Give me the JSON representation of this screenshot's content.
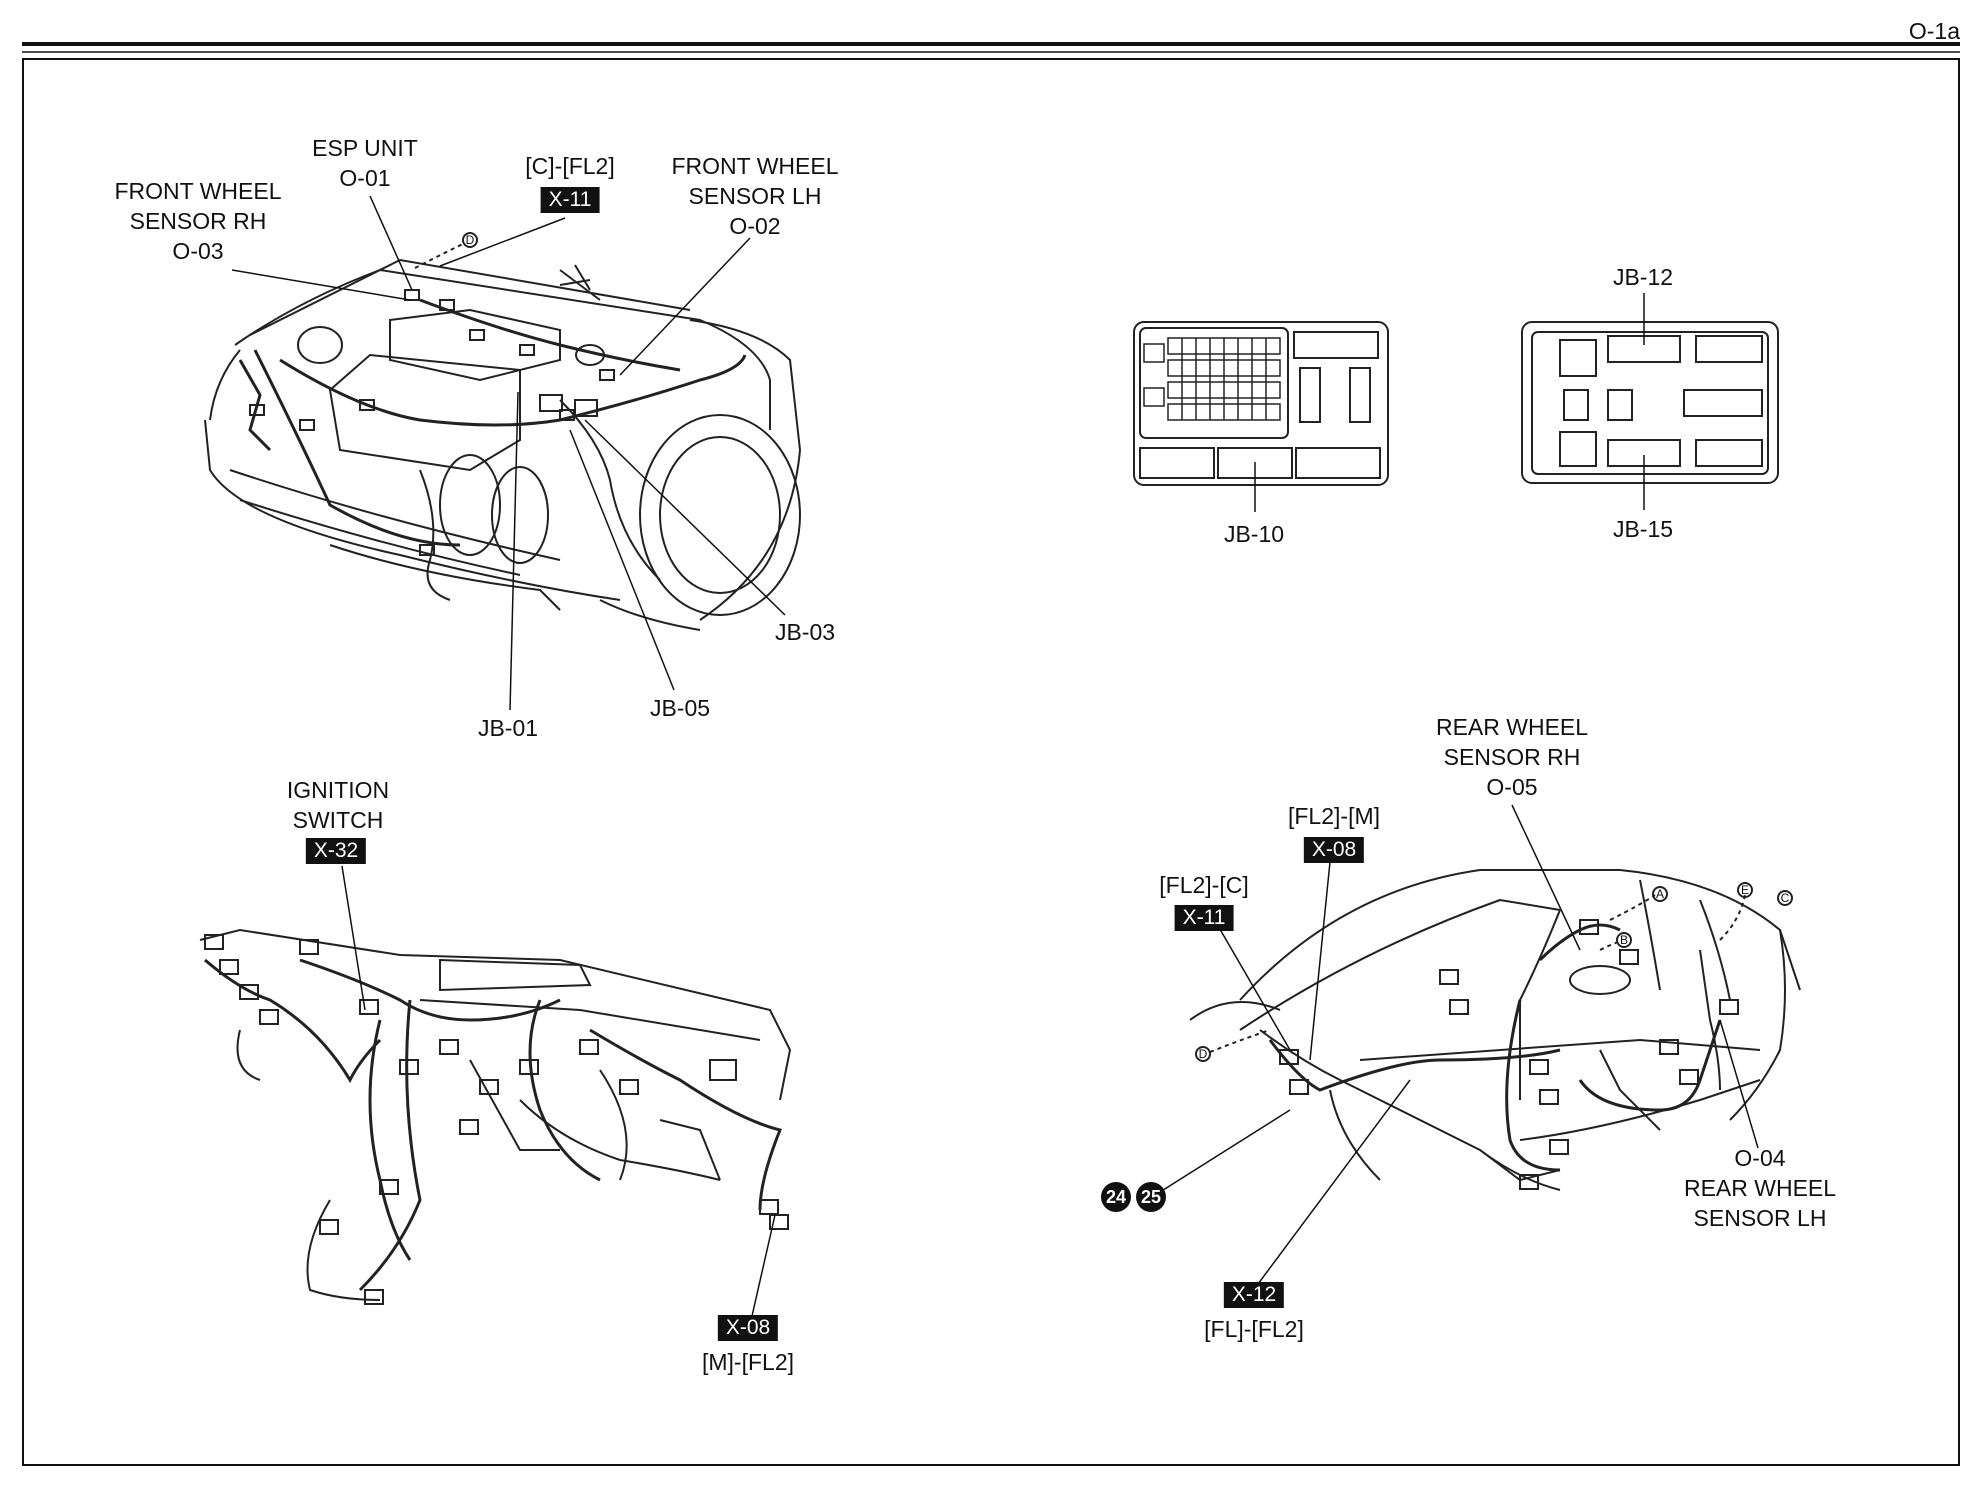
{
  "page_number": "O-1a",
  "engine_bay": {
    "esp_unit": [
      "ESP UNIT",
      "O-01"
    ],
    "front_wheel_rh": [
      "FRONT WHEEL",
      "SENSOR RH",
      "O-03"
    ],
    "front_wheel_lh": [
      "FRONT WHEEL",
      "SENSOR LH",
      "O-02"
    ],
    "connector_top": "[C]-[FL2]",
    "connector_top_tag": "X-11",
    "jb01": "JB-01",
    "jb03": "JB-03",
    "jb05": "JB-05",
    "marker_d": "D"
  },
  "junction_boxes": {
    "jb10": "JB-10",
    "jb12": "JB-12",
    "jb15": "JB-15"
  },
  "dashboard": {
    "ignition_switch": [
      "IGNITION",
      "SWITCH"
    ],
    "ignition_tag": "X-32",
    "bottom_tag": "X-08",
    "bottom_conn": "[M]-[FL2]"
  },
  "rear_body": {
    "rear_wheel_rh": [
      "REAR WHEEL",
      "SENSOR RH",
      "O-05"
    ],
    "rear_wheel_lh": [
      "O-04",
      "REAR WHEEL",
      "SENSOR LH"
    ],
    "conn_fl2_m": "[FL2]-[M]",
    "conn_fl2_m_tag": "X-08",
    "conn_fl2_c": "[FL2]-[C]",
    "conn_fl2_c_tag": "X-11",
    "conn_fl_fl2_tag": "X-12",
    "conn_fl_fl2": "[FL]-[FL2]",
    "ground_24": "24",
    "ground_25": "25",
    "marker_a": "A",
    "marker_b": "B",
    "marker_c": "C",
    "marker_d": "D",
    "marker_e": "E"
  }
}
